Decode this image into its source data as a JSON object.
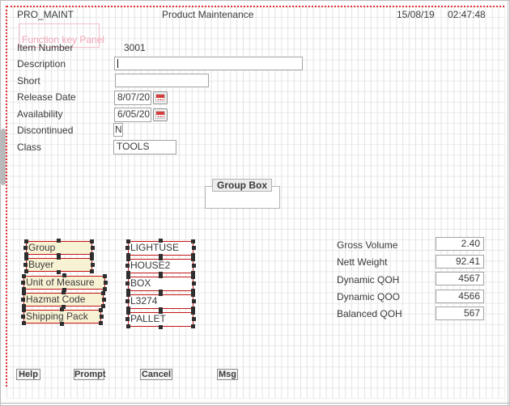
{
  "window": {
    "program_name": "PRO_MAINT",
    "title": "Product Maintenance",
    "date": "15/08/19",
    "time": "02:47:48"
  },
  "function_key_panel_label": "Function key Panel",
  "fields": {
    "item_number": {
      "label": "Item Number",
      "value": "3001"
    },
    "description": {
      "label": "Description",
      "value": ""
    },
    "short": {
      "label": "Short",
      "value": ""
    },
    "release_date": {
      "label": "Release Date",
      "value": "8/07/20"
    },
    "availability": {
      "label": "Availability",
      "value": "6/05/20"
    },
    "discontinued": {
      "label": "Discontinued",
      "value": "N"
    },
    "class": {
      "label": "Class",
      "value": "TOOLS"
    }
  },
  "group_box_label": "Group Box",
  "selected_labels": [
    "Group",
    "Buyer",
    "Unit of Measure",
    "Hazmat Code",
    "Shipping Pack"
  ],
  "selected_values": [
    "LIGHTUSE",
    "HOUSE2",
    "BOX",
    "L3274",
    "PALLET"
  ],
  "metrics": [
    {
      "label": "Gross Volume",
      "value": "2.40"
    },
    {
      "label": "Nett Weight",
      "value": "92.41"
    },
    {
      "label": "Dynamic QOH",
      "value": "4567"
    },
    {
      "label": "Dynamic QOO",
      "value": "4566"
    },
    {
      "label": "Balanced QOH",
      "value": "567"
    }
  ],
  "buttons": [
    "Help",
    "Prompt",
    "Cancel",
    "Msg"
  ],
  "icons": {
    "calendar": "calendar-icon"
  },
  "colors": {
    "selection_red": "#c41414",
    "margin_red": "#e03232",
    "label_fill": "#f8f2d4",
    "panel_pink": "#f1a7b8"
  }
}
